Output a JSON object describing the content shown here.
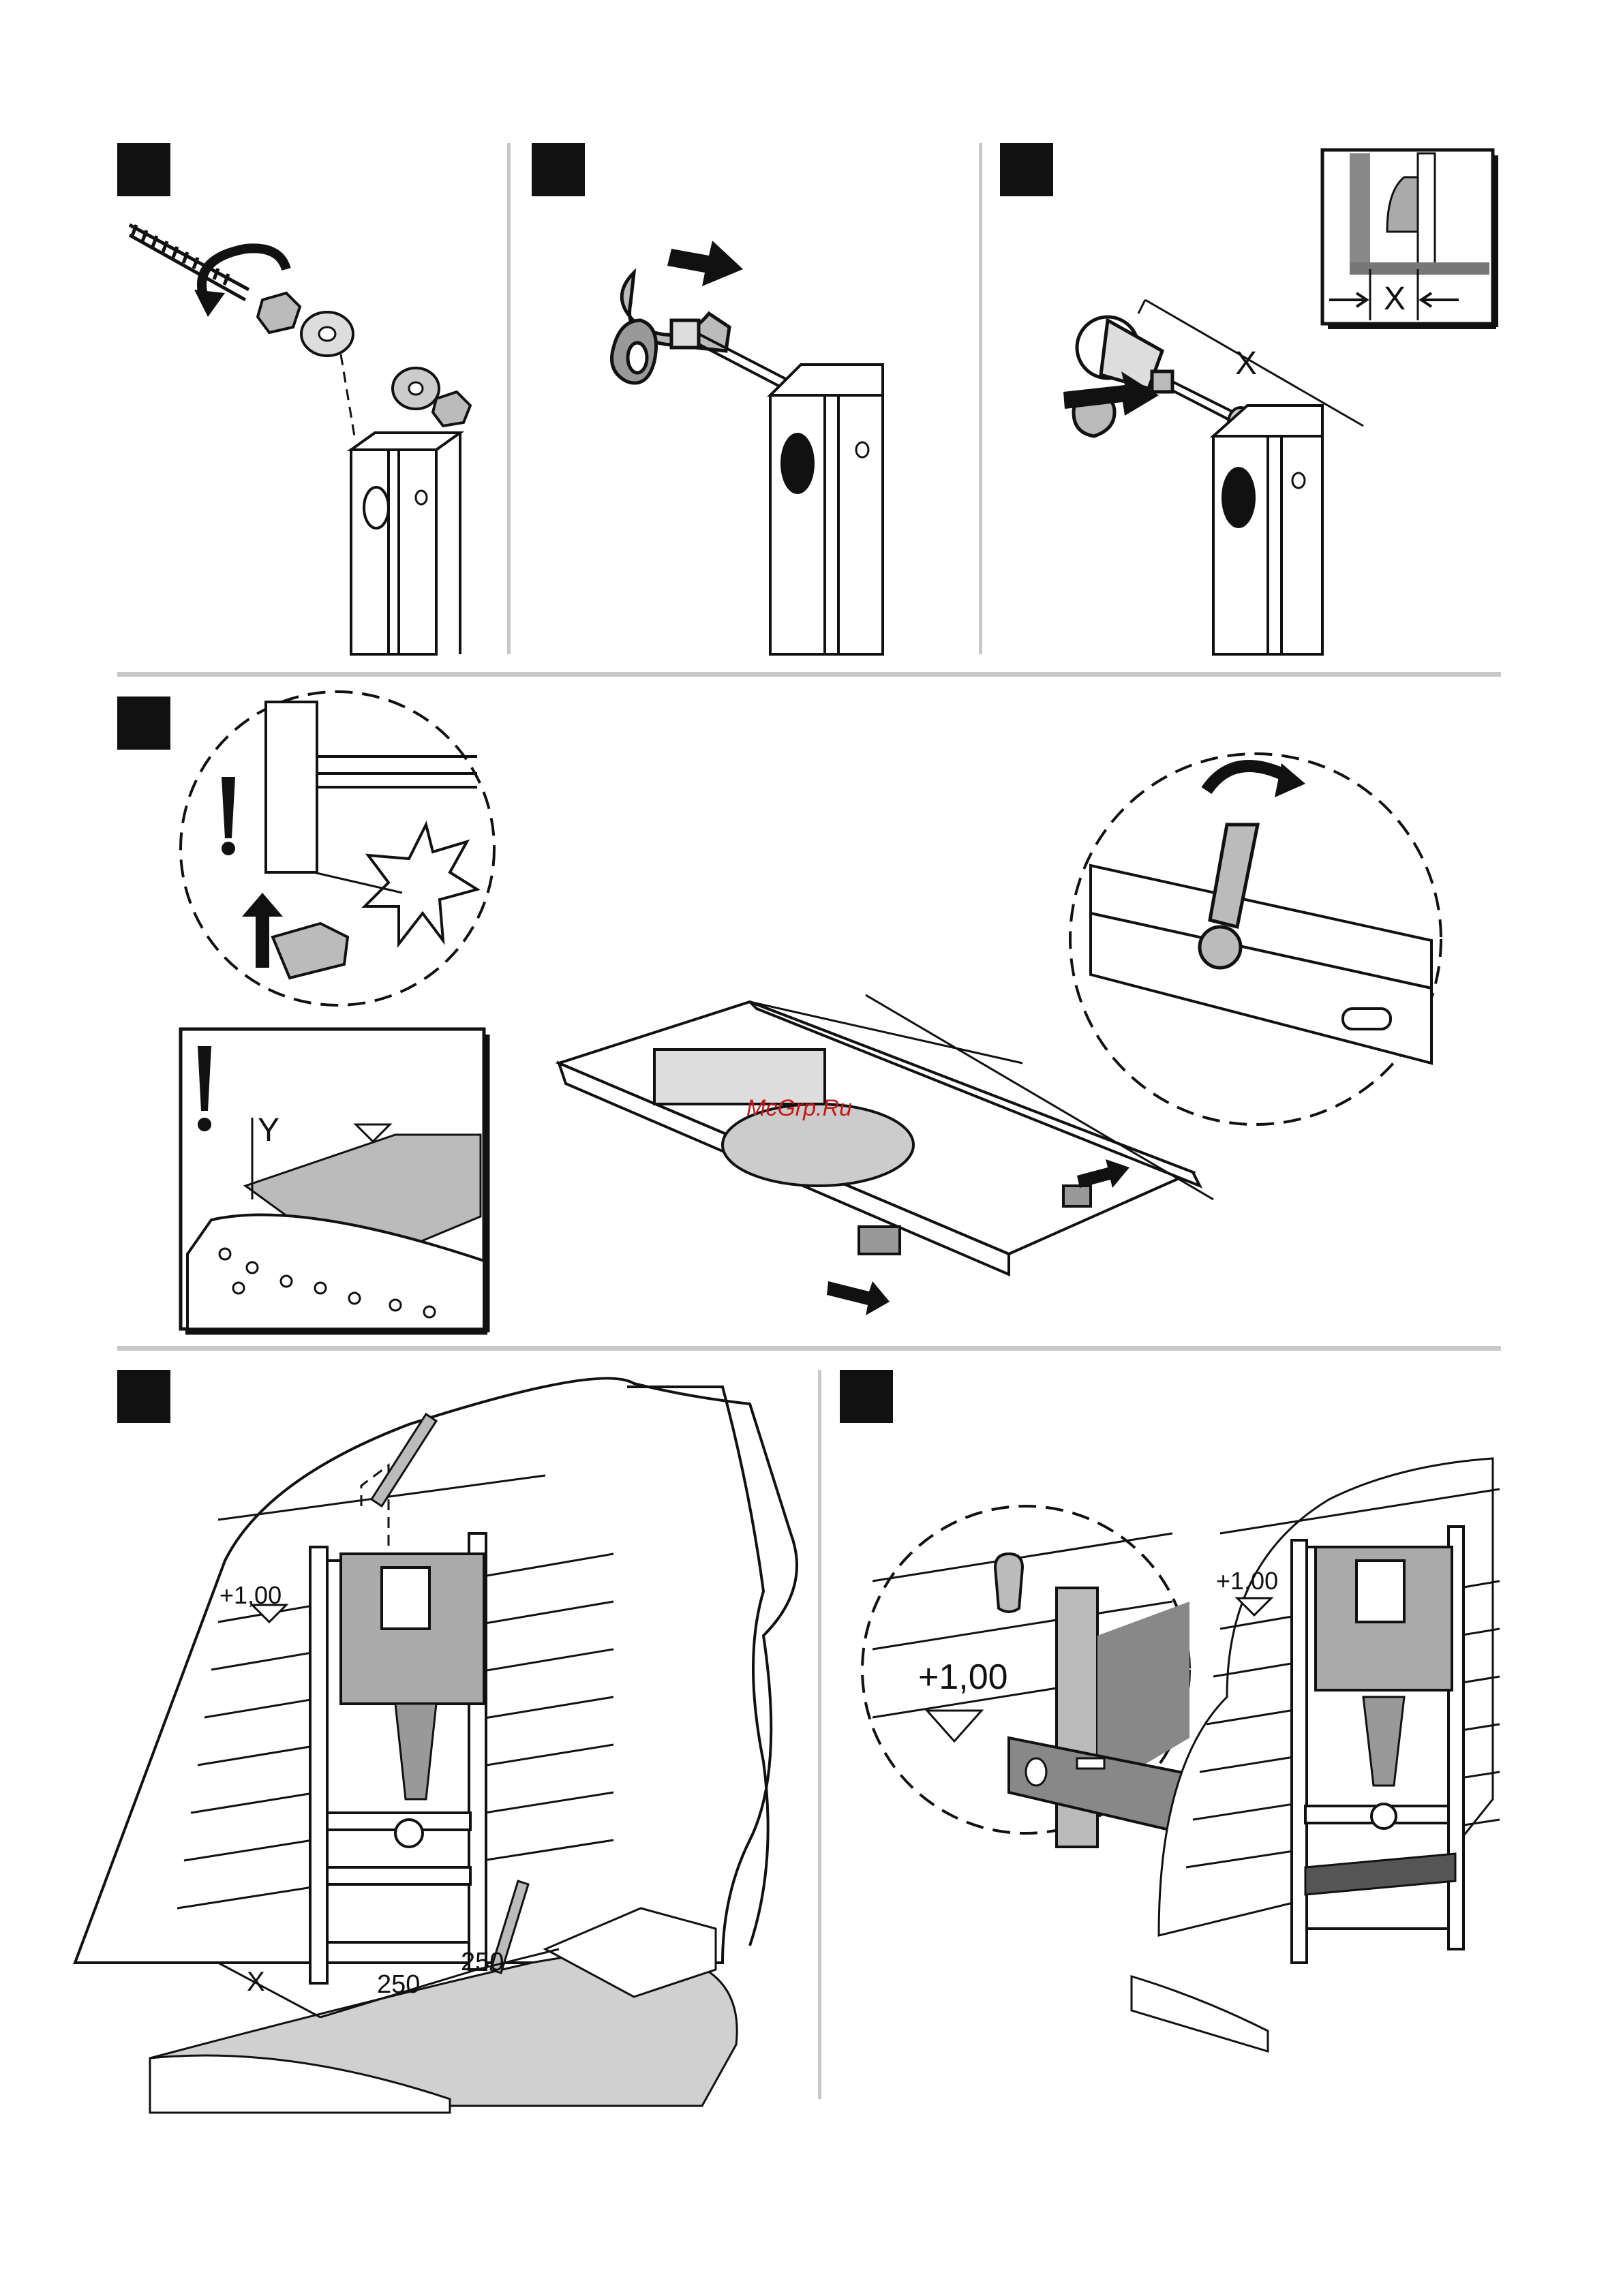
{
  "page": {
    "watermark": "McGrp.Ru"
  },
  "step3_inset": {
    "dimension_label": "X"
  },
  "step3": {
    "dimension_label": "X"
  },
  "step4": {
    "tile_offset_label": "Y",
    "warning_symbol": "!",
    "warning_symbol_2": "!"
  },
  "step5": {
    "level_mark": "+1,00",
    "dim_x": "X",
    "dim_250_a": "250",
    "dim_250_b": "250"
  },
  "step6": {
    "level_mark_zoom": "+1,00",
    "level_mark_small": "+1,00"
  },
  "icons": [
    "screw-icon",
    "rotate-arrow-icon",
    "push-arrow-icon",
    "wrench-icon",
    "pencil-icon",
    "spirit-level-icon",
    "warning-icon",
    "ear-sound-icon"
  ]
}
